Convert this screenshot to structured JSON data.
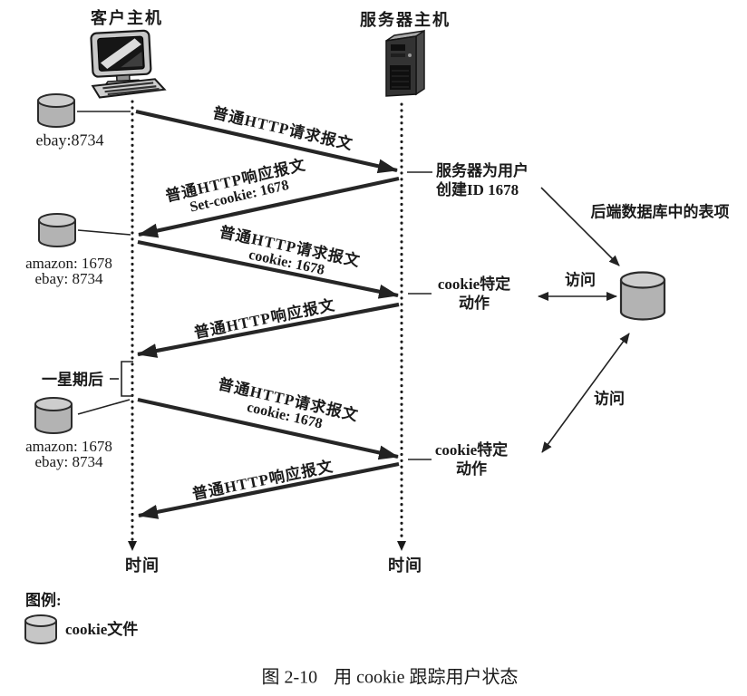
{
  "figure": {
    "client": {
      "host_label": "客户主机",
      "timeline_label": "时间"
    },
    "server": {
      "host_label": "服务器主机",
      "timeline_label": "时间"
    },
    "messages": [
      {
        "label": "普通HTTP请求报文",
        "sublabel": ""
      },
      {
        "label": "普通HTTP响应报文",
        "sublabel": "Set-cookie: 1678"
      },
      {
        "label": "普通HTTP请求报文",
        "sublabel": "cookie: 1678"
      },
      {
        "label": "普通HTTP响应报文",
        "sublabel": ""
      },
      {
        "label": "普通HTTP请求报文",
        "sublabel": "cookie: 1678"
      },
      {
        "label": "普通HTTP响应报文",
        "sublabel": ""
      }
    ],
    "cookie_files": [
      {
        "line1": "ebay:8734",
        "line2": ""
      },
      {
        "line1": "amazon: 1678",
        "line2": "ebay: 8734"
      },
      {
        "line1": "amazon: 1678",
        "line2": "ebay: 8734"
      }
    ],
    "server_notes": [
      {
        "line1": "服务器为用户",
        "line2": "创建ID 1678"
      },
      {
        "line1": "cookie特定",
        "line2": "动作"
      },
      {
        "line1": "cookie特定",
        "line2": "动作"
      }
    ],
    "one_week_later_label": "一星期后",
    "backend_db_label": "后端数据库中的表项",
    "access_labels": [
      "访问",
      "访问"
    ],
    "legend": {
      "title": "图例:",
      "cookie_file_label": "cookie文件"
    },
    "caption": {
      "number": "图 2-10",
      "text": "用 cookie 跟踪用户状态"
    },
    "colors": {
      "ink": "#222222",
      "cylinder_body": "#b3b3b3",
      "cylinder_lid": "#cdcdcd"
    }
  }
}
